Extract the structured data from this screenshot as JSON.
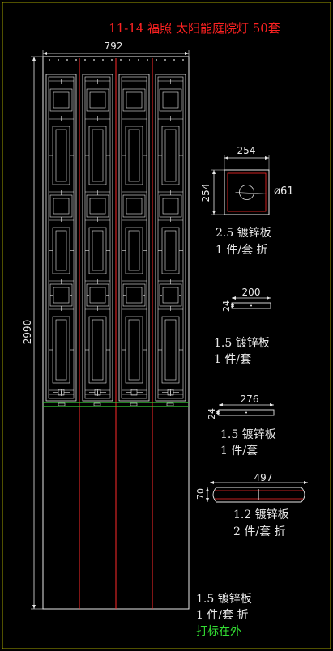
{
  "title": "11-14 福照 太阳能庭院灯 50套",
  "colors": {
    "background": "#000000",
    "frame": "#e8e8e8",
    "title": "#ff2222",
    "dim": "#e8e8e8",
    "red_line": "#ff2a2a",
    "green_line": "#33cc33",
    "green_text": "#33dd33",
    "cad_frame_yellow": "#c8c800"
  },
  "main_panel": {
    "width_dim": "792",
    "height_dim": "2990",
    "bottom_note": {
      "line1": "1.5 镀锌板",
      "line2": "1 件/套 折",
      "line3": "打标在外"
    }
  },
  "parts": [
    {
      "id": "top_plate",
      "dims": [
        "254",
        "254"
      ],
      "hole": "ø61",
      "label1": "2.5 镀锌板",
      "label2": "1 件/套 折"
    },
    {
      "id": "bar_200",
      "dims": [
        "200",
        "24"
      ],
      "label1": "1.5 镀锌板",
      "label2": "1 件/套"
    },
    {
      "id": "bar_276",
      "dims": [
        "276",
        "24"
      ],
      "label1": "1.5 镀锌板",
      "label2": "1 件/套"
    },
    {
      "id": "bar_497",
      "dims": [
        "497",
        "70"
      ],
      "label1": "1.2 镀锌板",
      "label2": "2 件/套 折"
    }
  ]
}
